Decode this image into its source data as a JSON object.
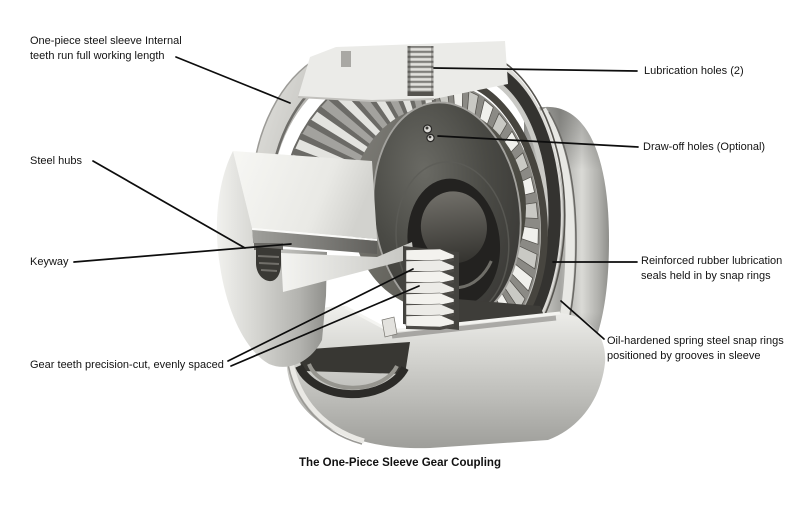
{
  "figure": {
    "caption": "The One-Piece Sleeve Gear Coupling",
    "callouts": {
      "sleeve": "One-piece steel sleeve Internal\nteeth run full working length",
      "lubrication": "Lubrication holes (2)",
      "draw_off": "Draw-off holes (Optional)",
      "steel_hubs": "Steel hubs",
      "keyway": "Keyway",
      "gear_teeth": "Gear teeth precision-cut, evenly spaced",
      "seals": "Reinforced rubber lubrication\nseals held in by snap rings",
      "snap_rings": "Oil-hardened spring steel snap rings\npositioned by grooves in sleeve"
    },
    "illustration_parts": [
      "one-piece steel sleeve",
      "internal sleeve teeth",
      "lubrication hole (threaded)",
      "hub flange with draw-off holes",
      "ring gear teeth",
      "rubber lubrication seal",
      "snap rings in sleeve grooves",
      "front steel hub with keyway",
      "hub gear teeth"
    ]
  }
}
